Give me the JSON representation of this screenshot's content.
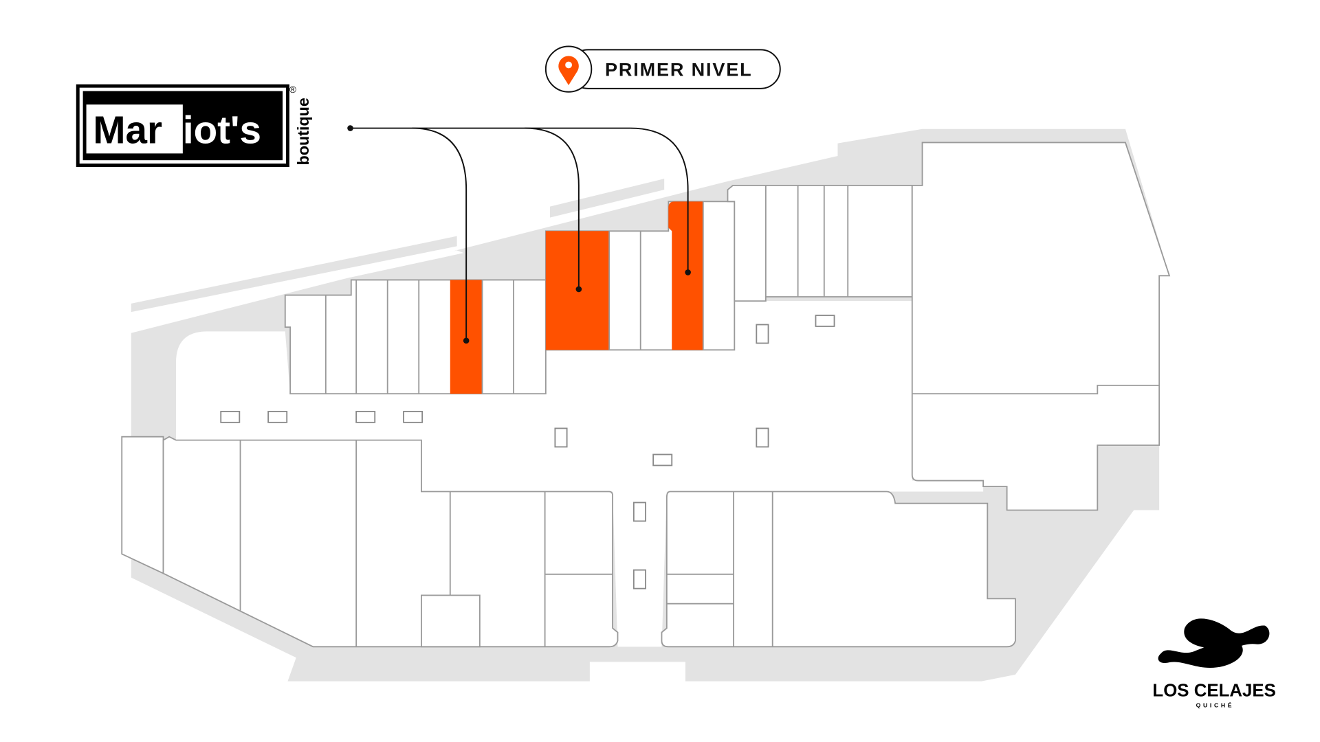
{
  "level_badge": {
    "label": "PRIMER NIVEL",
    "icon": "map-pin-icon"
  },
  "store_logo": {
    "name_part1": "Mar",
    "name_part2": "iot's",
    "subtitle": "boutique",
    "registered": "®"
  },
  "mall_logo": {
    "name": "LOS CELAJES",
    "subtitle": "QUICHÉ"
  },
  "colors": {
    "highlight": "#ff5100",
    "wall": "#9a9a9a",
    "outdoor": "#e3e3e3"
  },
  "highlighted_store_count": 3
}
